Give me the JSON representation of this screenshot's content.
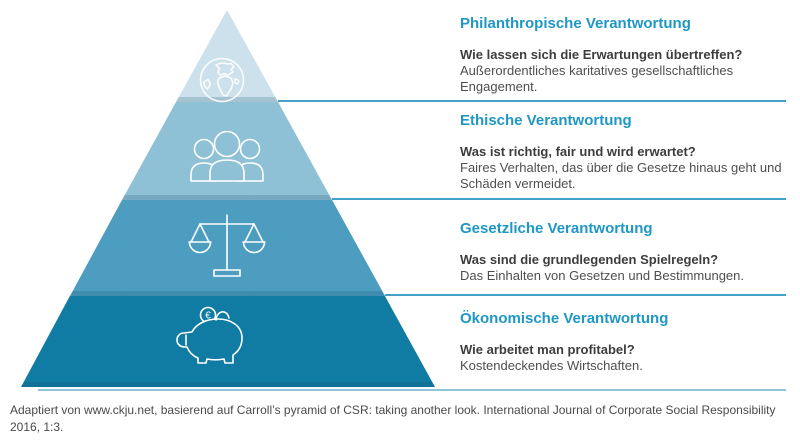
{
  "colors": {
    "accent": "#1f97c5",
    "divider": "#47a0c8",
    "divider_light": "#90c4d8",
    "tier1": "#cce1eb",
    "tier2": "#8fc1d6",
    "tier3": "#4c9dbf",
    "tier4": "#107ba3"
  },
  "pyramid": {
    "tiers": [
      {
        "name": "philanthropic",
        "icon": "globe-icon"
      },
      {
        "name": "ethical",
        "icon": "people-group-icon"
      },
      {
        "name": "legal",
        "icon": "scales-icon"
      },
      {
        "name": "economic",
        "icon": "piggy-bank-icon"
      }
    ]
  },
  "sections": [
    {
      "title": "Philanthropische Verantwortung",
      "question": "Wie lassen sich die Erwartungen übertreffen?",
      "description": "Außerordentliches karitatives gesellschaftliches Engagement."
    },
    {
      "title": "Ethische Verantwortung",
      "question": "Was ist richtig, fair und wird erwartet?",
      "description": "Faires Verhalten, das über die Gesetze hinaus geht und Schäden vermeidet."
    },
    {
      "title": "Gesetzliche Verantwortung",
      "question": "Was sind die grundlegenden Spielregeln?",
      "description": "Das Einhalten von Gesetzen und Bestimmungen."
    },
    {
      "title": "Ökonomische Verantwortung",
      "question": "Wie arbeitet man profitabel?",
      "description": "Kostendeckendes Wirtschaften."
    }
  ],
  "footer": "Adaptiert von www.ckju.net, basierend auf Carroll’s pyramid of CSR: taking another look. International Journal of Corporate Social Responsibility 2016, 1:3."
}
